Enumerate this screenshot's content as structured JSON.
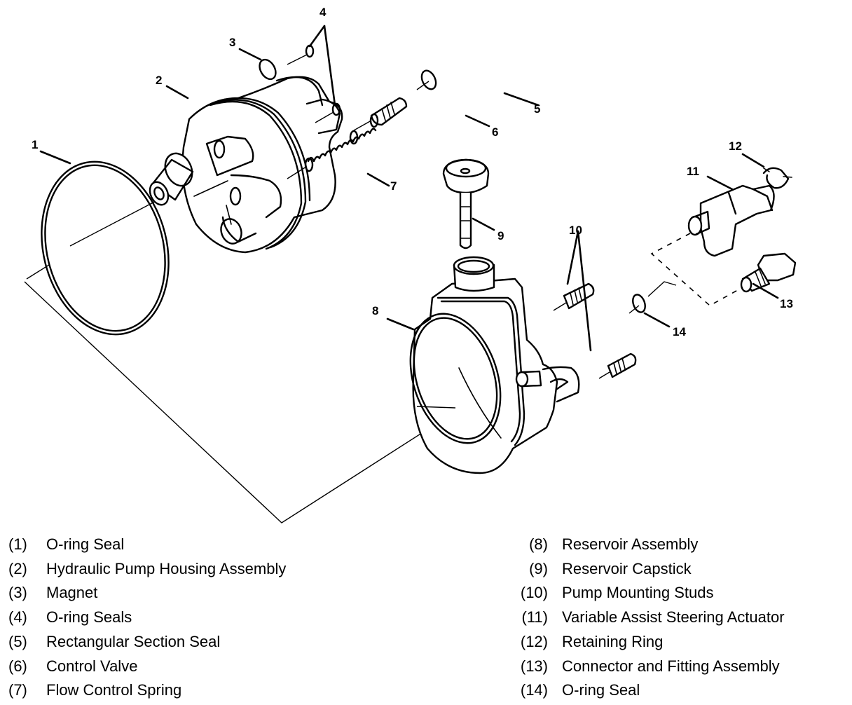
{
  "diagram": {
    "title": "Power Steering Pump Components (exploded view)",
    "callouts": [
      "1",
      "2",
      "3",
      "4",
      "5",
      "6",
      "7",
      "8",
      "9",
      "10",
      "11",
      "12",
      "13",
      "14"
    ]
  },
  "legend": {
    "left": [
      {
        "num": "(1)",
        "label": "O-ring Seal"
      },
      {
        "num": "(2)",
        "label": "Hydraulic Pump Housing Assembly"
      },
      {
        "num": "(3)",
        "label": "Magnet"
      },
      {
        "num": "(4)",
        "label": "O-ring Seals"
      },
      {
        "num": "(5)",
        "label": "Rectangular Section Seal"
      },
      {
        "num": "(6)",
        "label": "Control Valve"
      },
      {
        "num": "(7)",
        "label": "Flow Control Spring"
      }
    ],
    "right": [
      {
        "num": "(8)",
        "label": "Reservoir Assembly"
      },
      {
        "num": "(9)",
        "label": "Reservoir Capstick"
      },
      {
        "num": "(10)",
        "label": "Pump Mounting Studs"
      },
      {
        "num": "(11)",
        "label": "Variable Assist Steering Actuator"
      },
      {
        "num": "(12)",
        "label": "Retaining Ring"
      },
      {
        "num": "(13)",
        "label": "Connector and Fitting Assembly"
      },
      {
        "num": "(14)",
        "label": "O-ring Seal"
      }
    ]
  }
}
